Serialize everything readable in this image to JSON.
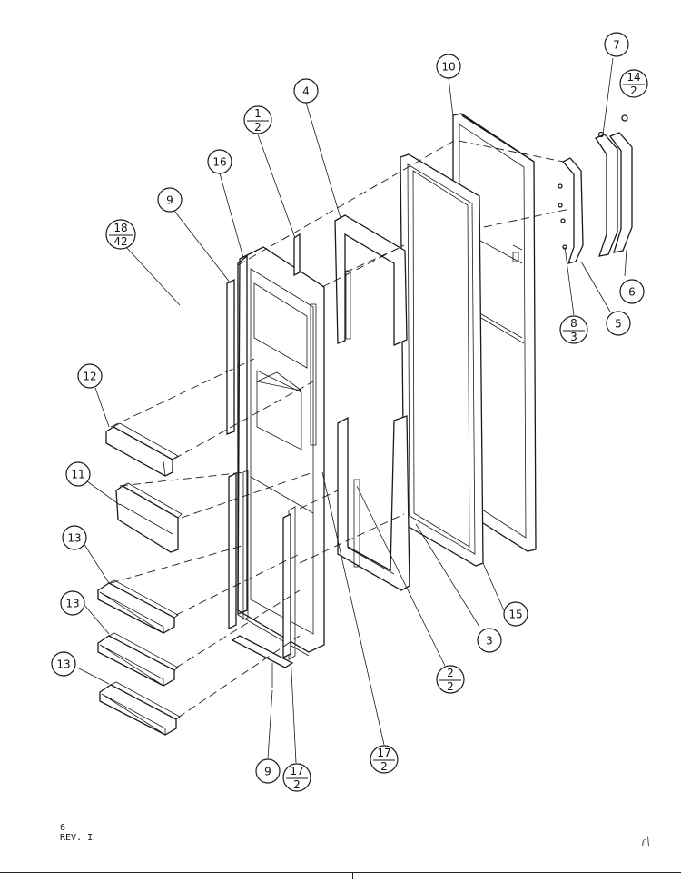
{
  "callouts": [
    {
      "id": "c4",
      "text": "4"
    },
    {
      "id": "c10",
      "text": "10"
    },
    {
      "id": "c7",
      "text": "7"
    },
    {
      "id": "c16",
      "text": "16"
    },
    {
      "id": "c9a",
      "text": "9"
    },
    {
      "id": "c12",
      "text": "12"
    },
    {
      "id": "c11",
      "text": "11"
    },
    {
      "id": "c13a",
      "text": "13"
    },
    {
      "id": "c13b",
      "text": "13"
    },
    {
      "id": "c13c",
      "text": "13"
    },
    {
      "id": "c6",
      "text": "6"
    },
    {
      "id": "c5",
      "text": "5"
    },
    {
      "id": "c15",
      "text": "15"
    },
    {
      "id": "c3",
      "text": "3"
    },
    {
      "id": "c9b",
      "text": "9"
    }
  ],
  "fraction_callouts": [
    {
      "id": "f1_2",
      "top": "1",
      "bottom": "2"
    },
    {
      "id": "f14_2",
      "top": "14",
      "bottom": "2"
    },
    {
      "id": "f18_42",
      "top": "18",
      "bottom": "42"
    },
    {
      "id": "f8_3",
      "top": "8",
      "bottom": "3"
    },
    {
      "id": "f2_2",
      "top": "2",
      "bottom": "2"
    },
    {
      "id": "f17_2a",
      "top": "17",
      "bottom": "2"
    },
    {
      "id": "f17_2b",
      "top": "17",
      "bottom": "2"
    }
  ],
  "footer": {
    "page_number": "6",
    "revision": "REV. I"
  },
  "corner_mark": "ɾ\\"
}
